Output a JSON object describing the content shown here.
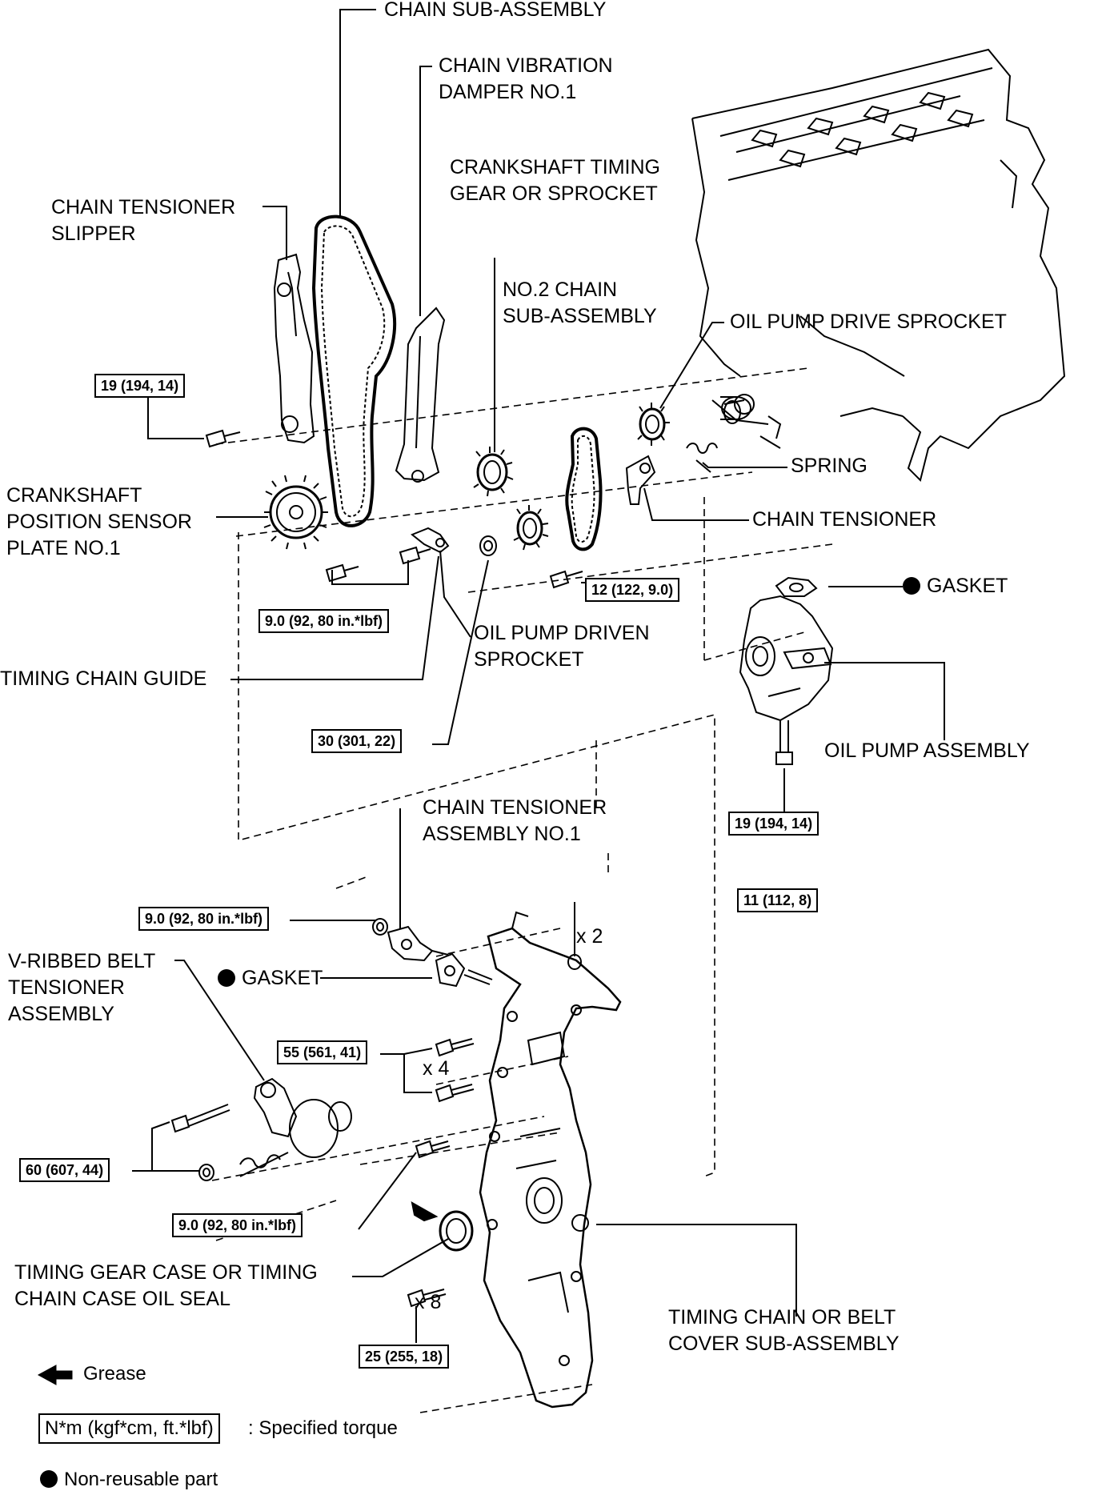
{
  "labels": {
    "chain_sub_assembly": "CHAIN SUB-ASSEMBLY",
    "chain_vibration_damper": "CHAIN VIBRATION\nDAMPER NO.1",
    "crankshaft_timing_gear": "CRANKSHAFT TIMING\nGEAR OR SPROCKET",
    "chain_tensioner_slipper": "CHAIN TENSIONER\nSLIPPER",
    "no2_chain_sub_assembly": "NO.2 CHAIN\nSUB-ASSEMBLY",
    "oil_pump_drive_sprocket": "OIL PUMP DRIVE SPROCKET",
    "spring": "SPRING",
    "crankshaft_position_sensor_plate": "CRANKSHAFT\nPOSITION SENSOR\nPLATE NO.1",
    "chain_tensioner": "CHAIN TENSIONER",
    "gasket_pump": "GASKET",
    "oil_pump_driven_sprocket": "OIL PUMP DRIVEN\nSPROCKET",
    "timing_chain_guide": "TIMING CHAIN GUIDE",
    "oil_pump_assembly": "OIL PUMP ASSEMBLY",
    "chain_tensioner_assembly": "CHAIN TENSIONER\nASSEMBLY NO.1",
    "v_ribbed_belt_tensioner": "V-RIBBED BELT\nTENSIONER\nASSEMBLY",
    "gasket_tensioner": "GASKET",
    "timing_gear_case_oil_seal": "TIMING GEAR CASE OR TIMING\nCHAIN CASE OIL SEAL",
    "timing_chain_cover": "TIMING CHAIN OR BELT\nCOVER SUB-ASSEMBLY"
  },
  "torques": {
    "slipper_bolt": "19 (194, 14)",
    "guide_bolts": "9.0 (92, 80 in.*lbf)",
    "tensioner_bolt": "12 (122, 9.0)",
    "driven_sprocket_nut": "30 (301, 22)",
    "oil_pump_bolt": "19 (194, 14)",
    "chain_tensioner_nut": "9.0 (92, 80 in.*lbf)",
    "cover_upper_bolts": "11 (112, 8)",
    "cover_mid_bolts": "55 (561, 41)",
    "belt_tensioner_bolts": "60 (607, 44)",
    "cover_small_bolt": "9.0 (92, 80 in.*lbf)",
    "cover_lower_bolts": "25 (255, 18)"
  },
  "quantities": {
    "upper": "x 2",
    "mid": "x 4",
    "lower": "x 8"
  },
  "legend": {
    "grease": "Grease",
    "torque_unit": "N*m (kgf*cm, ft.*lbf)",
    "torque_desc": ": Specified torque",
    "non_reusable": "Non-reusable part"
  },
  "colors": {
    "ink": "#000000",
    "background": "#ffffff"
  }
}
